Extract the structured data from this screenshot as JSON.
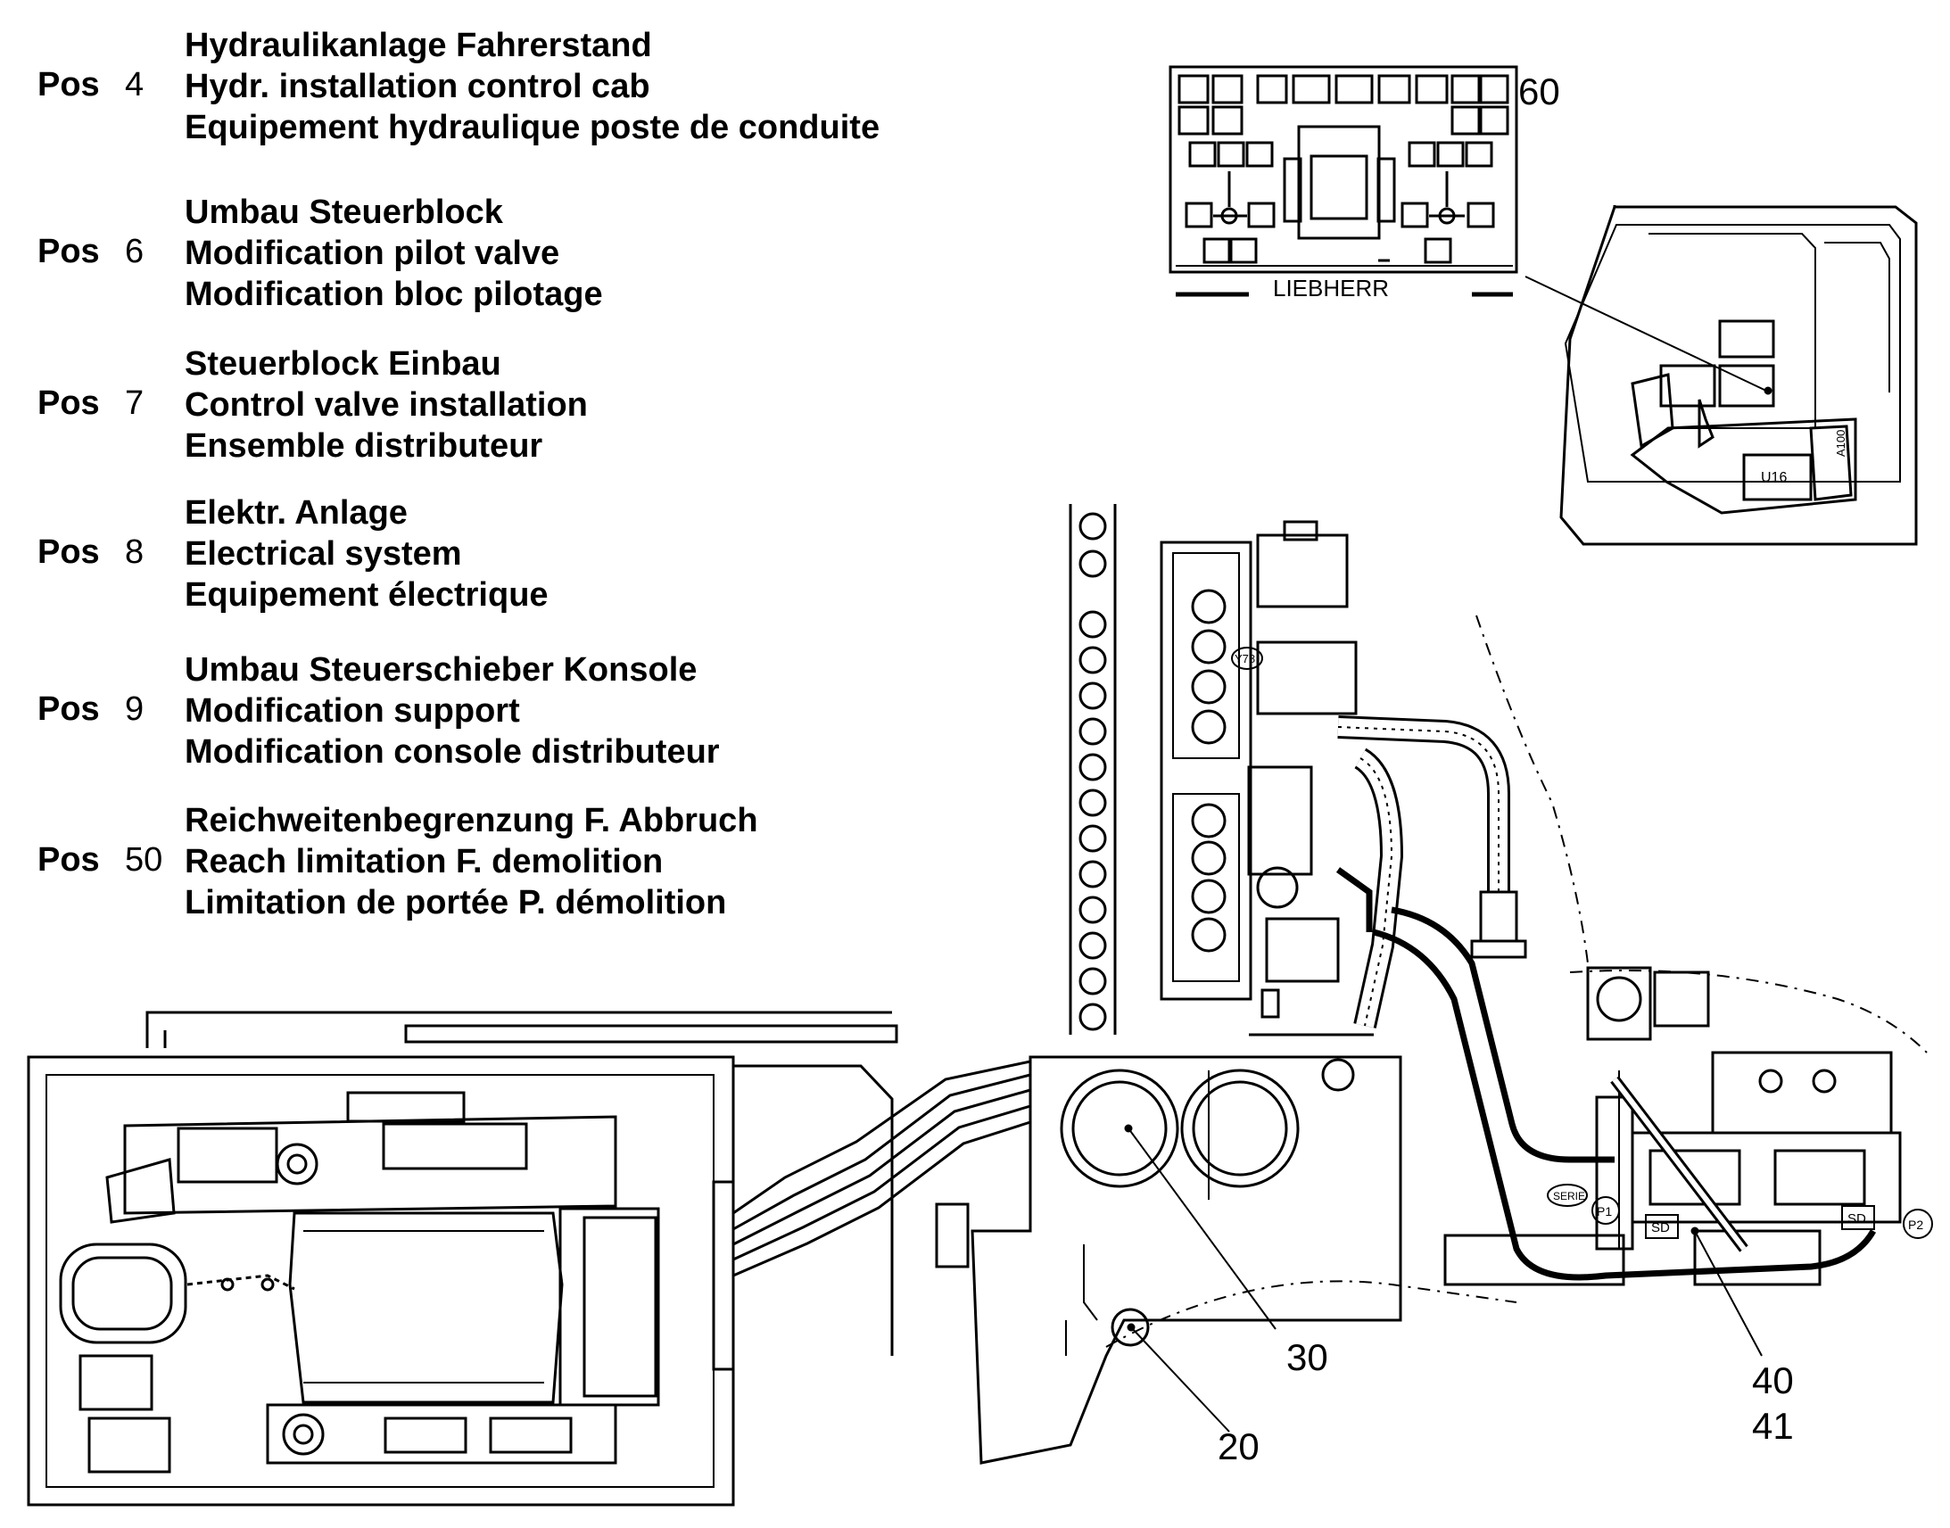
{
  "legend": [
    {
      "pos_label": "Pos",
      "pos_number": "4",
      "lines": [
        "Hydraulikanlage Fahrerstand",
        "Hydr. installation control cab",
        "Equipement hydraulique poste de conduite"
      ]
    },
    {
      "pos_label": "Pos",
      "pos_number": "6",
      "lines": [
        "Umbau Steuerblock",
        "Modification pilot valve",
        "Modification bloc pilotage"
      ]
    },
    {
      "pos_label": "Pos",
      "pos_number": "7",
      "lines": [
        "Steuerblock Einbau",
        "Control valve installation",
        "Ensemble distributeur"
      ]
    },
    {
      "pos_label": "Pos",
      "pos_number": "8",
      "lines": [
        "Elektr. Anlage",
        "Electrical system",
        "Equipement électrique"
      ]
    },
    {
      "pos_label": "Pos",
      "pos_number": "9",
      "lines": [
        "Umbau Steuerschieber Konsole",
        "Modification support",
        "Modification console distributeur"
      ]
    },
    {
      "pos_label": "Pos",
      "pos_number": "50",
      "lines": [
        "Reichweitenbegrenzung F. Abbruch",
        "Reach limitation F. demolition",
        "Limitation de portée P. démolition"
      ]
    }
  ],
  "callouts": {
    "c60": "60",
    "c30": "30",
    "c20": "20",
    "c40": "40",
    "c41": "41"
  },
  "labels": {
    "brand": "LIEBHERR",
    "u16": "U16",
    "a100": "A100",
    "y78": "Y78",
    "serie": "SERIE",
    "p1": "P1",
    "p2": "P2",
    "sd1": "SD",
    "sd2": "SD"
  }
}
